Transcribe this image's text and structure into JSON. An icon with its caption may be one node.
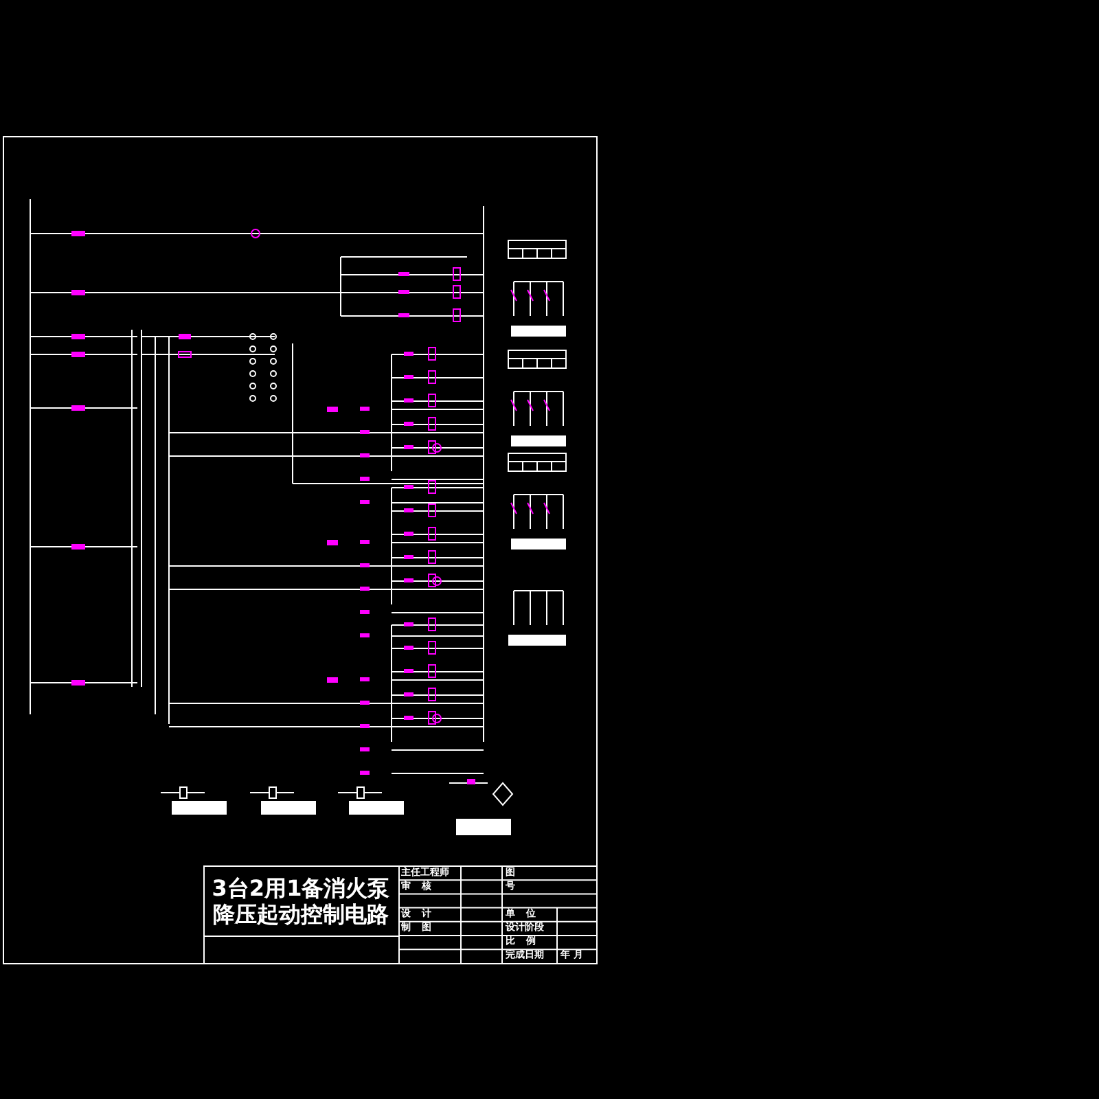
{
  "diagram": {
    "title": "3台2用1备消火泵降压起动控制电路",
    "labels": [
      "主任工程师",
      "图",
      "审核",
      "号",
      "设计",
      "单位",
      "制图",
      "设计阶段",
      "比例",
      "完成日期",
      "年 月"
    ]
  }
}
